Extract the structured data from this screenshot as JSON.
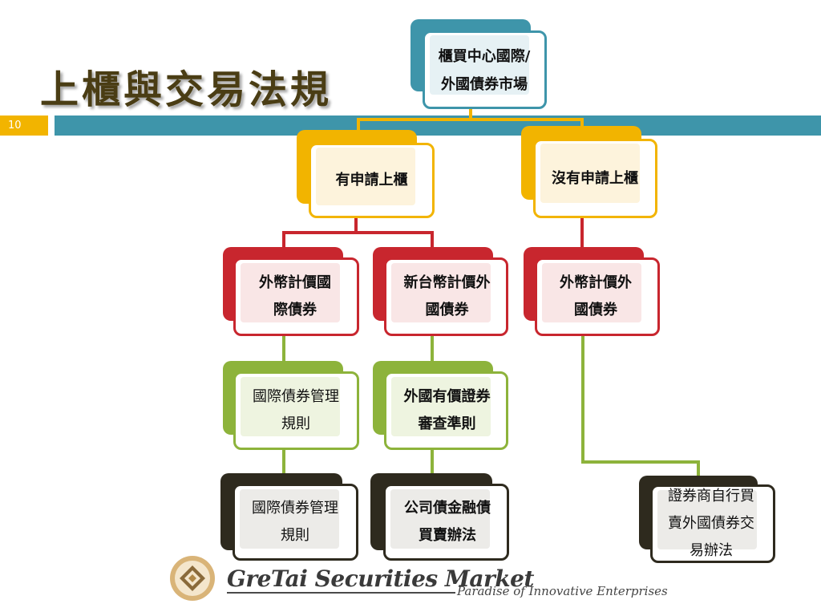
{
  "slide": {
    "title": "上櫃與交易法規",
    "page_number": "10"
  },
  "colors": {
    "teal": "#3e95aa",
    "gold": "#f2b400",
    "red": "#c8262e",
    "green": "#8db33b",
    "dark": "#2e2a1e"
  },
  "tree": {
    "root": "櫃買中心國際/外國債券市場",
    "branch_listed": "有申請上櫃",
    "branch_unlisted": "沒有申請上櫃",
    "listed_fx_intl": "外幣計價國際債券",
    "listed_twd_foreign": "新台幣計價外國債券",
    "unlisted_fx_foreign": "外幣計價外國債券",
    "rule_intl_bond_mgmt": "國際債券管理規則",
    "rule_foreign_sec_review": "外國有價證券審查準則",
    "rule_intl_bond_mgmt_2": "國際債券管理規則",
    "rule_corp_bond_financial": "公司債金融債買賣辦法",
    "rule_broker_proprietary": "證券商自行買賣外國債券交易辦法"
  },
  "footer": {
    "logo_icon": "gretai-diamond-logo-icon",
    "company": "GreTai Securities Market",
    "tagline": "Paradise of Innovative Enterprises"
  }
}
